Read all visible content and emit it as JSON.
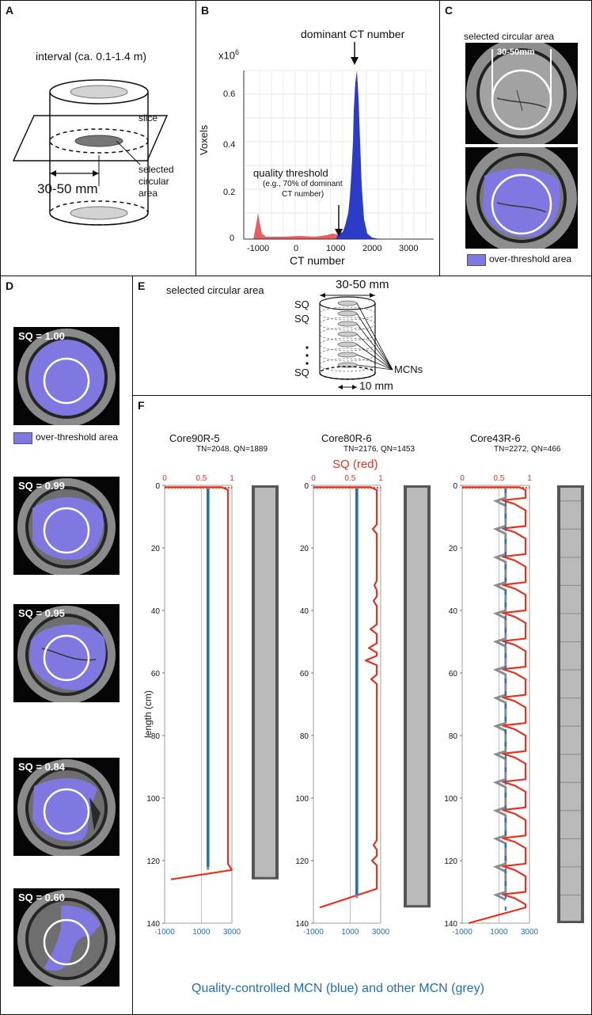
{
  "panels": {
    "A": {
      "label": "A",
      "interval": "interval (ca. 0.1-1.4 m)",
      "slice": "slice",
      "width": "30-50 mm",
      "selected": [
        "selected",
        "circular",
        "area"
      ]
    },
    "B": {
      "label": "B",
      "dominant": "dominant CT number",
      "ymult": "x10",
      "ymult_exp": "6",
      "ylabel": "Voxels",
      "xlabel": "CT number",
      "threshold_title": "quality threshold",
      "threshold_note": [
        "(e.g., 70% of dominant",
        "CT number)"
      ],
      "xticks": [
        "-1000",
        "0",
        "1000",
        "2000",
        "3000"
      ],
      "yticks": [
        "0",
        "0.2",
        "0.4",
        "0.6"
      ]
    },
    "C": {
      "label": "C",
      "title": "selected circular area",
      "width": "30-50mm",
      "legend": "over-threshold area"
    },
    "D": {
      "label": "D",
      "legend": "over-threshold area",
      "sq": [
        "SQ = 1.00",
        "SQ = 0.99",
        "SQ = 0.95",
        "SQ = 0.84",
        "SQ = 0.60"
      ]
    },
    "E": {
      "label": "E",
      "title": "selected circular area",
      "width": "30-50 mm",
      "sq": [
        "SQ",
        "SQ",
        "SQ"
      ],
      "mcn": "MCNs",
      "spacing": "10 mm"
    },
    "F": {
      "label": "F",
      "top_title": "SQ (red)",
      "bottom_title": "Quality-controlled MCN (blue) and other MCN (grey)",
      "ylabel": "length (cm)",
      "yticks": [
        "0",
        "20",
        "40",
        "60",
        "80",
        "100",
        "120",
        "140"
      ],
      "sq_ticks": [
        "0",
        "0.5",
        "1"
      ],
      "mcn_ticks": [
        "-1000",
        "1000",
        "3000"
      ],
      "cores": [
        {
          "name": "Core90R-5",
          "stats": "TN=2048, QN=1889"
        },
        {
          "name": "Core80R-6",
          "stats": "TN=2176, QN=1453"
        },
        {
          "name": "Core43R-6",
          "stats": "TN=2272, QN=466"
        }
      ]
    }
  },
  "colors": {
    "blue_fill": "#2c3cc8",
    "red_fill": "#e8555a",
    "overlay": "#7f78e0",
    "sq_red": "#e8321e",
    "mcn_blue": "#1f6fbf",
    "mcn_grey": "#8c8c8c"
  }
}
